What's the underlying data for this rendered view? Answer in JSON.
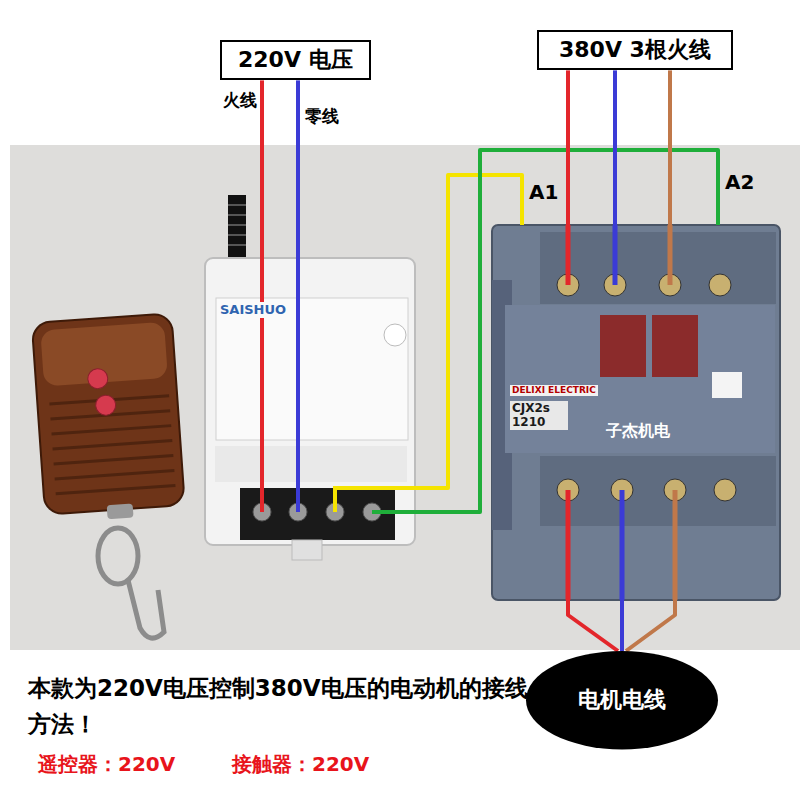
{
  "diagram": {
    "caption": "本款为220V电压控制380V电压的电动机的接线 方法！",
    "nodes": [
      {
        "text": [
          "220V 电压"
        ]
      },
      {
        "text": [
          "380V 3根火线"
        ]
      },
      {
        "text": [
          "SAISHUO"
        ]
      },
      {
        "text": [
          "DELIXI ELECTRIC",
          "CJX2s 1210",
          "子杰机电"
        ]
      },
      {
        "text": [
          "电机电线"
        ]
      }
    ],
    "edges": [
      {
        "from": 0,
        "to": 2,
        "arrow": "none",
        "label": "火线"
      },
      {
        "from": 0,
        "to": 2,
        "arrow": "none",
        "label": "零线"
      },
      {
        "from": 2,
        "to": 3,
        "arrow": "none",
        "label": "A1"
      },
      {
        "from": 2,
        "to": 3,
        "arrow": "none",
        "label": "A2"
      },
      {
        "from": 1,
        "to": 3,
        "arrow": "none"
      },
      {
        "from": 1,
        "to": 3,
        "arrow": "none"
      },
      {
        "from": 1,
        "to": 3,
        "arrow": "none"
      },
      {
        "from": 3,
        "to": 4,
        "arrow": "none"
      },
      {
        "from": 3,
        "to": 4,
        "arrow": "none"
      },
      {
        "from": 3,
        "to": 4,
        "arrow": "none"
      }
    ],
    "labels": [
      "遥控器：220V",
      "接触器：220V"
    ]
  }
}
